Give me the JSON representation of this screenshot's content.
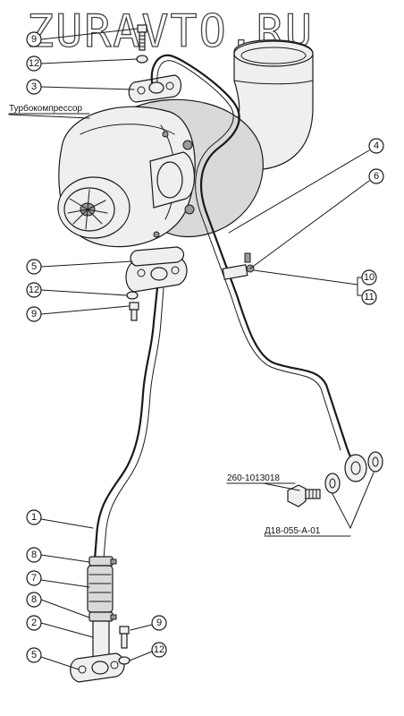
{
  "watermark": "ZURAVTO.RU",
  "labels": {
    "turbo": "Турбокомпрессор",
    "bolt_part": "260-1013018",
    "washer_part": "Д18-055-А-01"
  },
  "callouts": {
    "c9_top": "9",
    "c12_top": "12",
    "c3": "3",
    "c4": "4",
    "c6": "6",
    "c5_mid": "5",
    "c10": "10",
    "c11": "11",
    "c12_mid": "12",
    "c9_mid": "9",
    "c1": "1",
    "c8_a": "8",
    "c7": "7",
    "c8_b": "8",
    "c2": "2",
    "c9_low": "9",
    "c5_low": "5",
    "c12_low": "12"
  }
}
